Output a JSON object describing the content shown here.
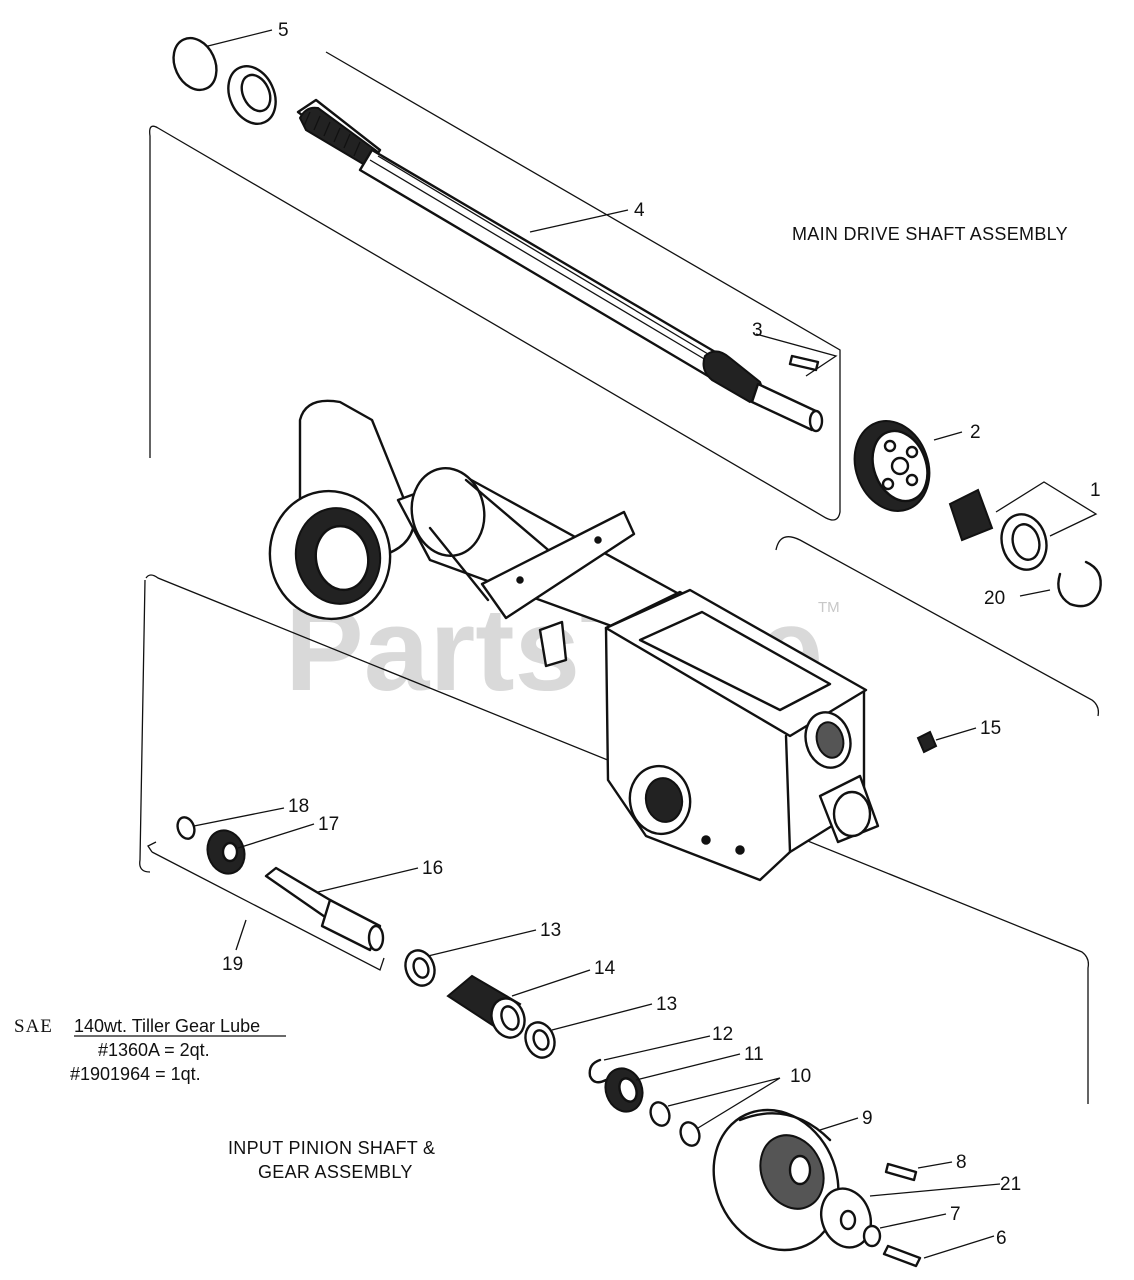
{
  "watermark": {
    "text": "PartsTree",
    "trademark": "TM"
  },
  "headings": {
    "main_drive": "MAIN DRIVE SHAFT ASSEMBLY",
    "input_pinion_line1": "INPUT PINION SHAFT &",
    "input_pinion_line2": "GEAR ASSEMBLY"
  },
  "lube_note": {
    "prefix": "SAE",
    "title": "140wt. Tiller Gear Lube",
    "line1": "#1360A = 2qt.",
    "line2": "#1901964 = 1qt."
  },
  "callouts": {
    "c1": "1",
    "c2": "2",
    "c3": "3",
    "c4": "4",
    "c5": "5",
    "c6": "6",
    "c7": "7",
    "c8": "8",
    "c9": "9",
    "c10": "10",
    "c11": "11",
    "c12": "12",
    "c13a": "13",
    "c13b": "13",
    "c14": "14",
    "c15": "15",
    "c16": "16",
    "c17": "17",
    "c18": "18",
    "c19": "19",
    "c20": "20",
    "c21": "21"
  }
}
